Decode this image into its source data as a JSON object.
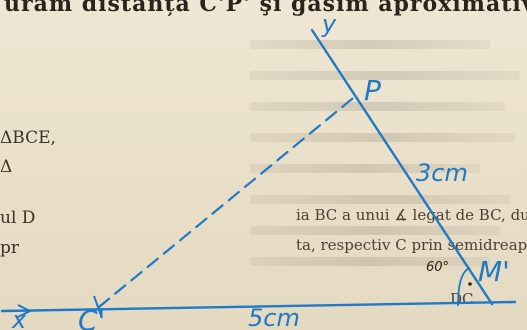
{
  "top_text": "urăm distanța C'P' şi găsim aproximativ",
  "left_fragments": [
    {
      "text": "ΔBCE,"
    },
    {
      "text": "Δ"
    },
    {
      "text": "ul D"
    },
    {
      "text": "pr"
    }
  ],
  "right_fragments": [
    {
      "text": "ia BC a unui ∡ legat de BC, du"
    },
    {
      "text": "ta, respectiv C prin semidreapta per"
    },
    {
      "text": "DC"
    }
  ],
  "figure": {
    "stroke_color": "#1f79c4",
    "points": {
      "x_label": "x",
      "y_label": "y",
      "c_label": "C'",
      "m_label": "M'",
      "p_label": "P"
    },
    "measures": {
      "base_length": "5cm",
      "side_length": "3cm",
      "angle": "60°"
    }
  }
}
